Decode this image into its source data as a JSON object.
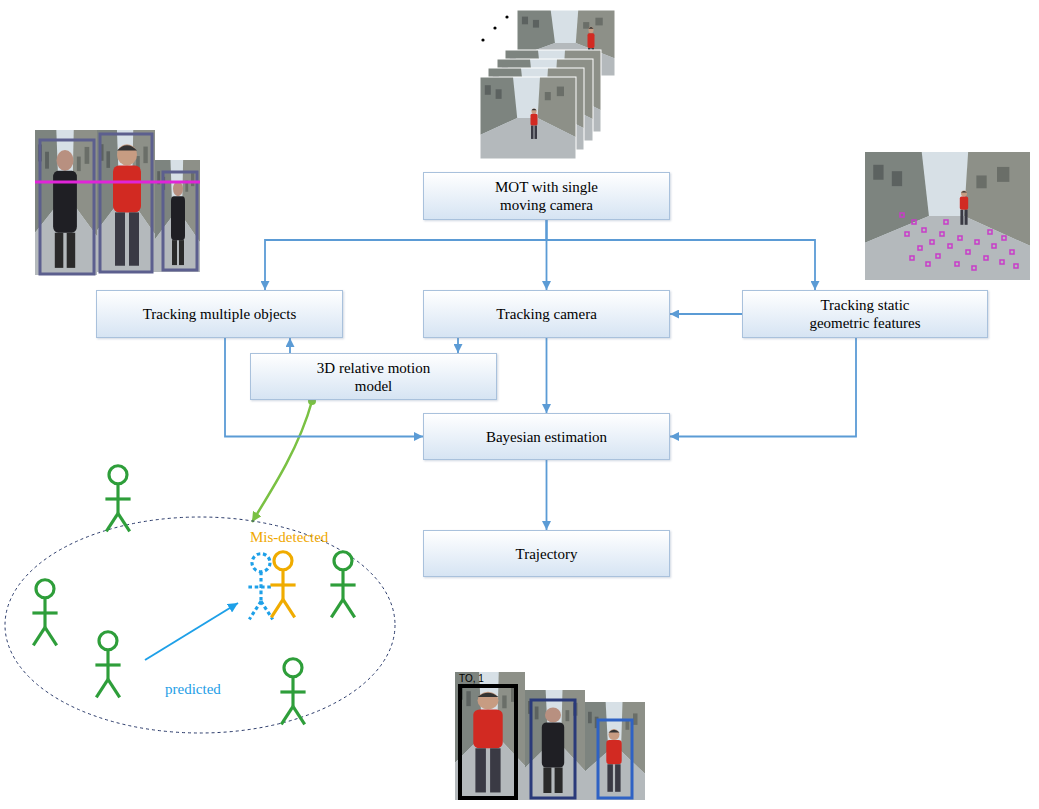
{
  "diagram": {
    "nodes": [
      {
        "text": [
          "MOT with single moving camera"
        ]
      },
      {
        "text": [
          "Tracking multiple objects"
        ]
      },
      {
        "text": [
          "Tracking camera"
        ]
      },
      {
        "text": [
          "Tracking static geometric features"
        ]
      },
      {
        "text": [
          "3D relative motion model"
        ]
      },
      {
        "text": [
          "Bayesian estimation"
        ]
      },
      {
        "text": [
          "Trajectory"
        ]
      }
    ],
    "edges": [
      {
        "from": 0,
        "to": 1,
        "arrow": "to"
      },
      {
        "from": 0,
        "to": 2,
        "arrow": "to"
      },
      {
        "from": 0,
        "to": 3,
        "arrow": "to"
      },
      {
        "from": 3,
        "to": 2,
        "arrow": "to"
      },
      {
        "from": 2,
        "to": 4,
        "arrow": "to"
      },
      {
        "from": 4,
        "to": 1,
        "arrow": "to"
      },
      {
        "from": 1,
        "to": 5,
        "arrow": "to"
      },
      {
        "from": 2,
        "to": 5,
        "arrow": "to"
      },
      {
        "from": 3,
        "to": 5,
        "arrow": "to"
      },
      {
        "from": 5,
        "to": 6,
        "arrow": "to"
      }
    ],
    "labels": [
      "Mis-detected",
      "predicted",
      "TO, 1"
    ]
  }
}
